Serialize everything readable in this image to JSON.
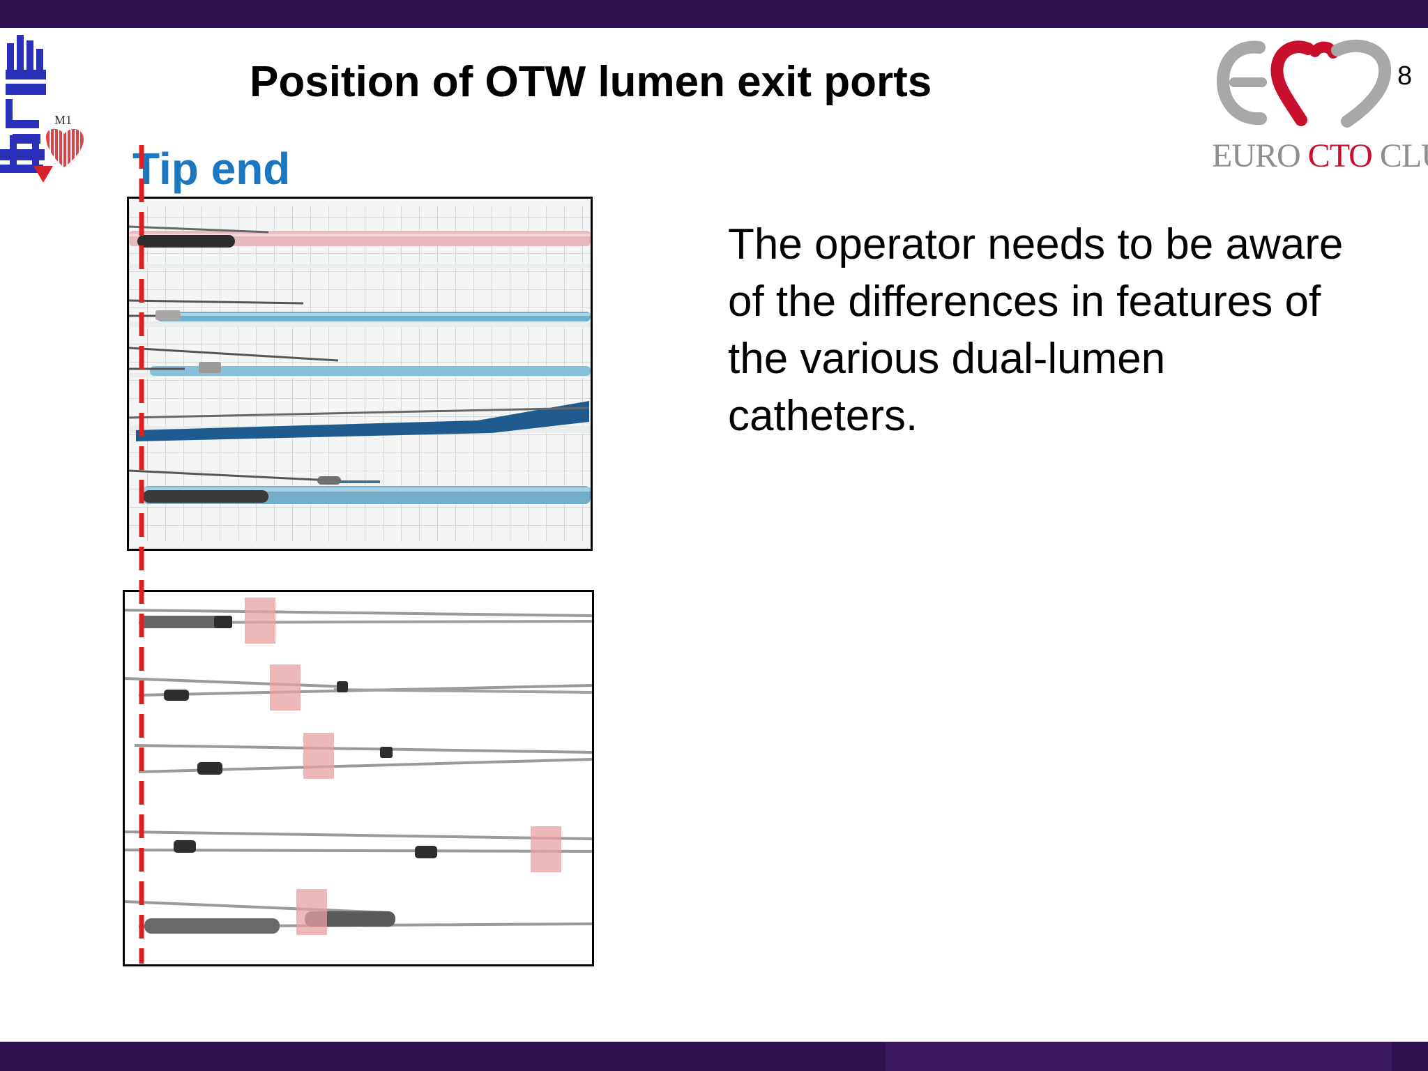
{
  "slide": {
    "title": "Position of OTW lumen exit ports",
    "number": "8",
    "tip_label": "Tip end",
    "body_text": "The operator needs to be aware of the differences in features of the various dual-lumen catheters."
  },
  "logos": {
    "left": {
      "text": "M1",
      "icon": "hospital-emblem-icon"
    },
    "right": {
      "brand_prefix": "EURO ",
      "brand_accent": "CTO",
      "brand_suffix": " CLUB",
      "icon": "heart-ecc-icon"
    }
  },
  "figures": {
    "photo": {
      "description_icon": "catheter-photo-icon"
    },
    "xray": {
      "description_icon": "catheter-xray-icon"
    }
  },
  "colors": {
    "bar": "#2e1150",
    "title": "#000000",
    "tip_label": "#1b78c0",
    "marker_dash": "#e0201e",
    "exit_port_highlight": "#e8a0a4",
    "brand_red": "#c8102e",
    "brand_gray": "#8e8e8e"
  }
}
